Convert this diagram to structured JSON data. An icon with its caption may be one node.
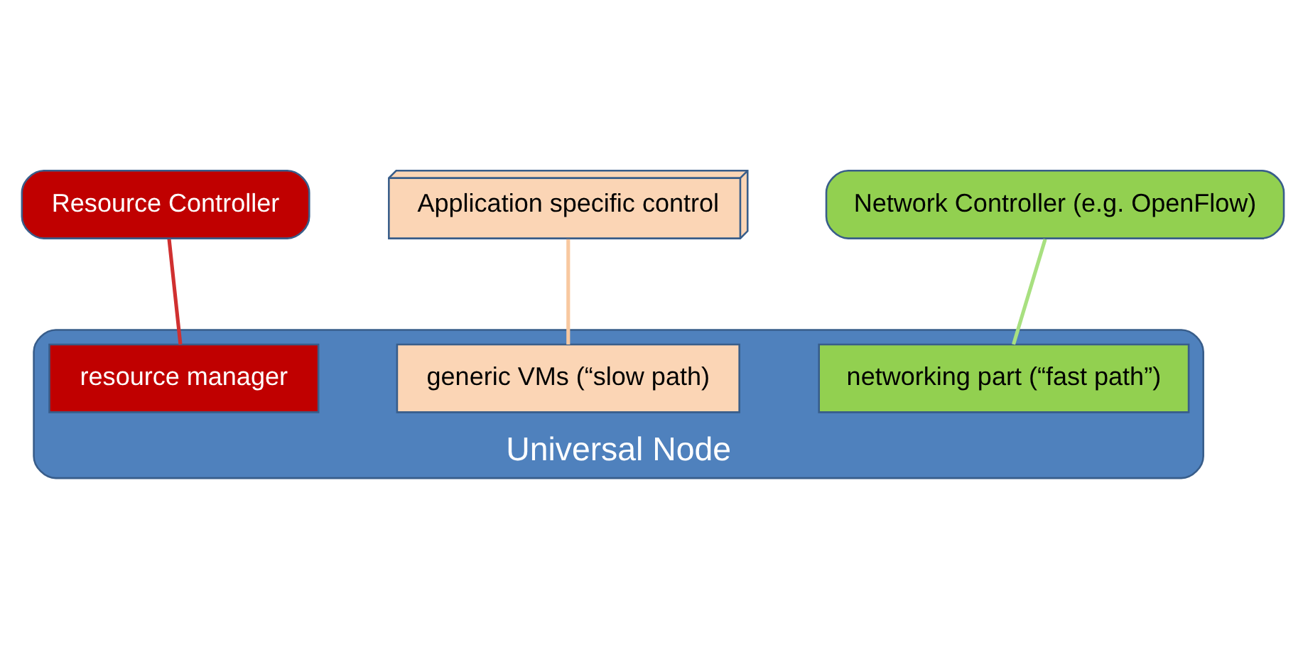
{
  "diagram": {
    "nodes": [
      {
        "text": [
          "Resource Controller"
        ]
      },
      {
        "text": [
          "Application specific control"
        ]
      },
      {
        "text": [
          "Network Controller (e.g. OpenFlow)"
        ]
      },
      {
        "text": [
          "Universal Node"
        ]
      },
      {
        "text": [
          "resource manager"
        ],
        "in": 3
      },
      {
        "text": [
          "generic VMs (“slow path)"
        ],
        "in": 3
      },
      {
        "text": [
          "networking part (“fast path”)"
        ],
        "in": 3
      }
    ],
    "edges": [
      {
        "from": 0,
        "to": 4,
        "arrow": "none",
        "color": "#d03030"
      },
      {
        "from": 1,
        "to": 5,
        "arrow": "none",
        "color": "#f8c8a0"
      },
      {
        "from": 2,
        "to": 6,
        "arrow": "none",
        "color": "#a8e080"
      }
    ]
  }
}
